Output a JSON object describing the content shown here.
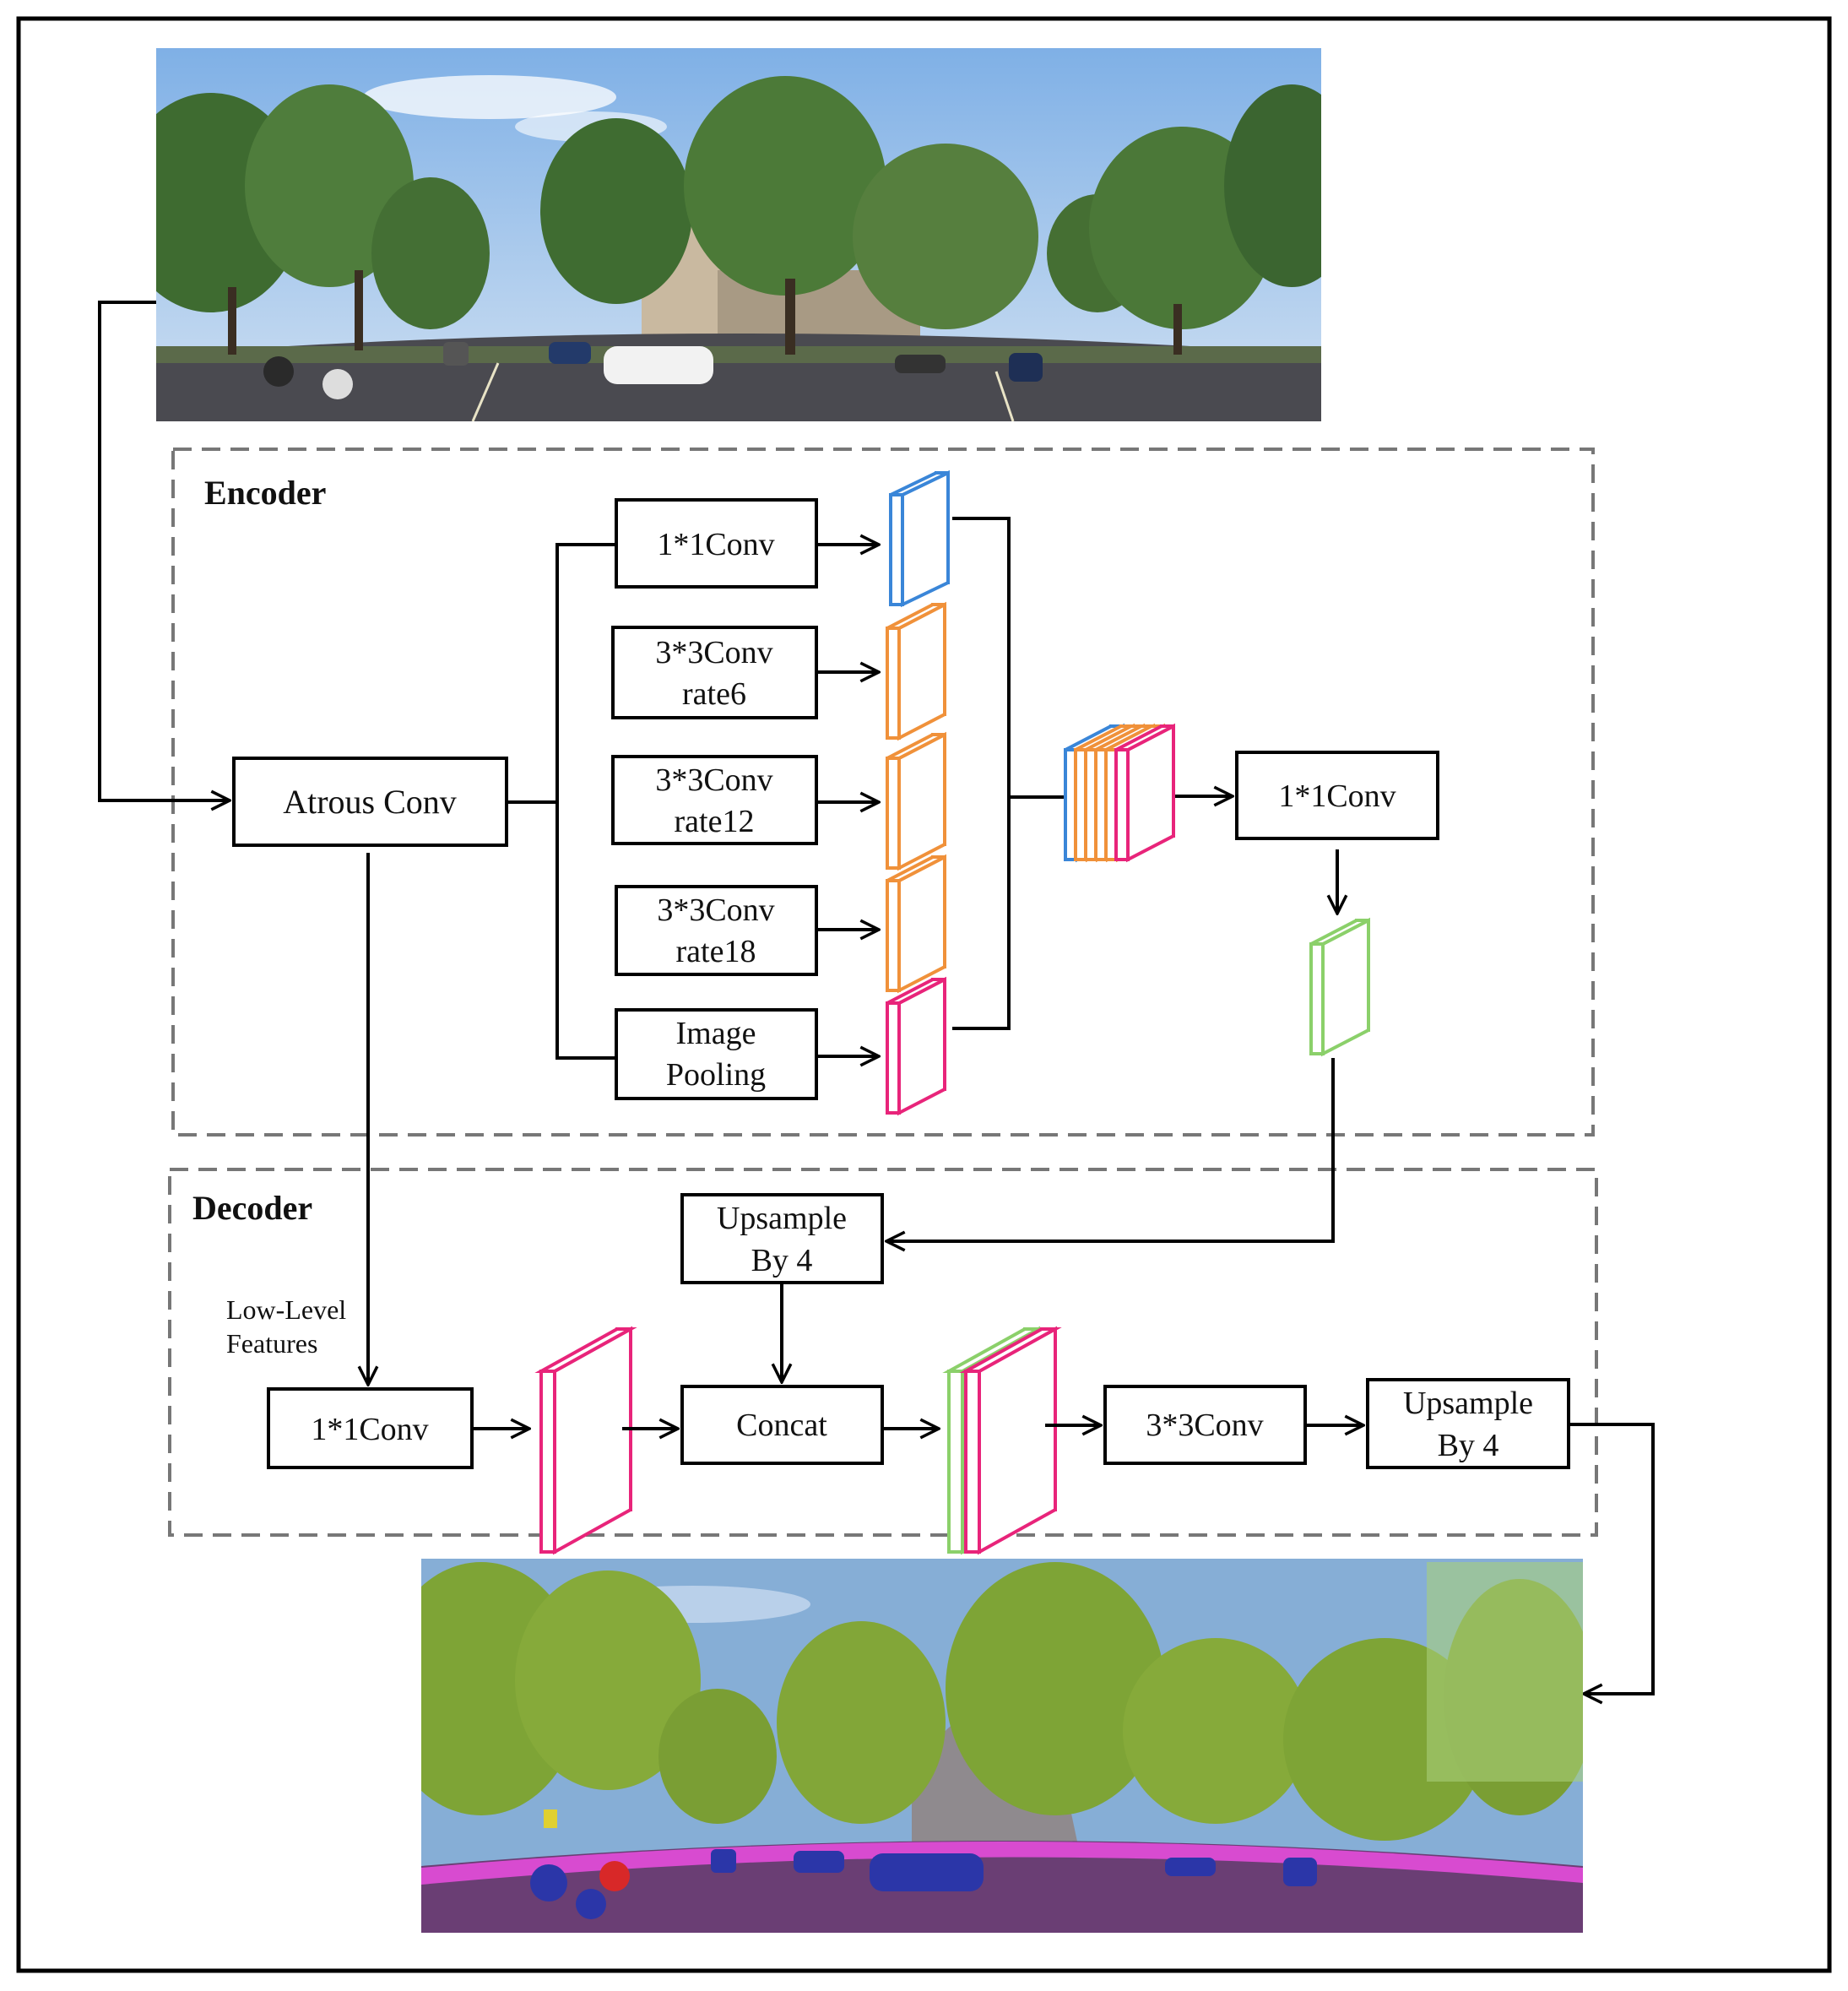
{
  "encoder": {
    "title": "Encoder",
    "atrous": "Atrous Conv",
    "branch1": "1*1Conv",
    "branch2": [
      "3*3Conv",
      "rate6"
    ],
    "branch3": [
      "3*3Conv",
      "rate12"
    ],
    "branch4": [
      "3*3Conv",
      "rate18"
    ],
    "branch5": [
      "Image",
      "Pooling"
    ],
    "fuse": "1*1Conv"
  },
  "decoder": {
    "title": "Decoder",
    "low_level": [
      "Low-Level",
      "Features"
    ],
    "conv1": "1*1Conv",
    "upsample_a": [
      "Upsample",
      "By 4"
    ],
    "concat": "Concat",
    "conv3": "3*3Conv",
    "upsample_b": [
      "Upsample",
      "By 4"
    ]
  },
  "colors": {
    "blue": "#3a86d8",
    "orange": "#f0913a",
    "magenta": "#e8247a",
    "green": "#8bd06a",
    "sky": "#9dc3ec",
    "tree": "#4f7d3c",
    "road": "#4a4a50",
    "seg_sky": "#86aed6",
    "seg_tree": "#7ea436",
    "seg_road": "#6a3e74",
    "seg_car": "#2b36a8",
    "seg_sidewalk": "#d84bd0"
  },
  "icons": {
    "input_image": "street-panorama-photo",
    "output_image": "segmentation-map"
  }
}
